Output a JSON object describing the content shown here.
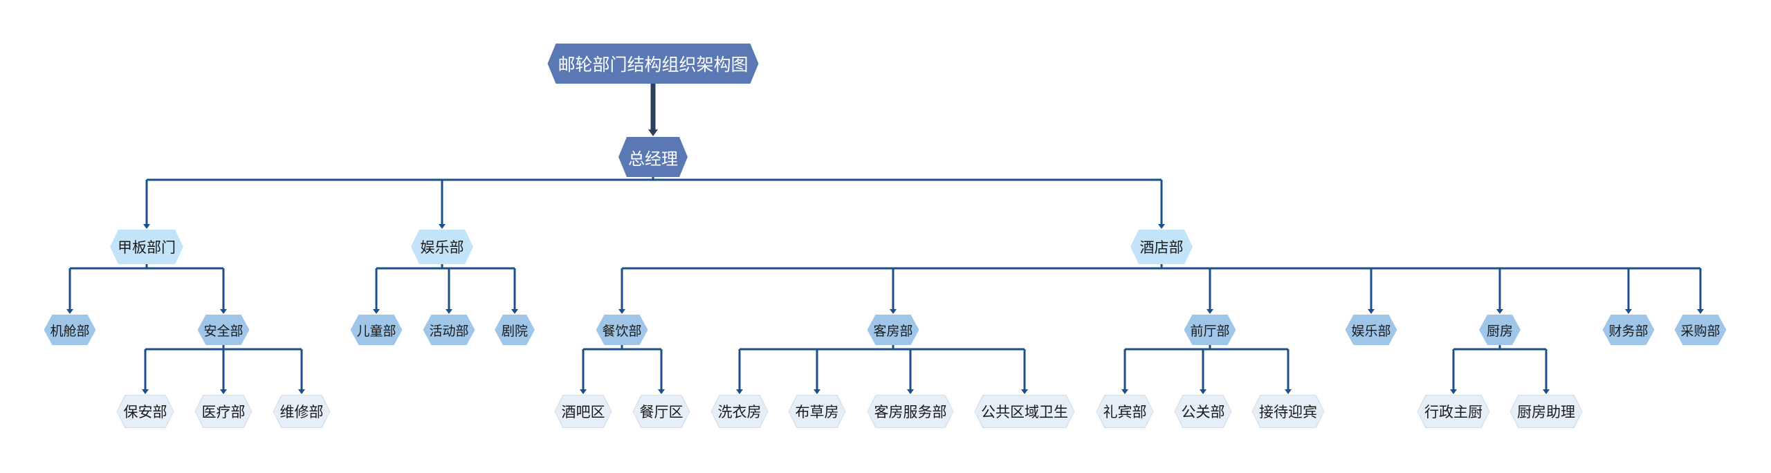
{
  "title": "邮轮部门结构组织架构图",
  "general_manager": "总经理",
  "colors": {
    "root": "#5a78b4",
    "level1": "#c3e3f9",
    "level2": "#9fc5e8",
    "level3": "#e6eef7",
    "line": "#1a4f8a"
  },
  "deck": {
    "label": "甲板部门",
    "engine": "机舱部",
    "security": {
      "label": "安全部",
      "children": [
        "保安部",
        "医疗部",
        "维修部"
      ]
    }
  },
  "entertainment": {
    "label": "娱乐部",
    "children": [
      "儿童部",
      "活动部",
      "剧院"
    ]
  },
  "hotel": {
    "label": "酒店部",
    "food_beverage": {
      "label": "餐饮部",
      "children": [
        "酒吧区",
        "餐厅区"
      ]
    },
    "housekeeping": {
      "label": "客房部",
      "children": [
        "洗衣房",
        "布草房",
        "客房服务部",
        "公共区域卫生"
      ]
    },
    "front_office": {
      "label": "前厅部",
      "children": [
        "礼宾部",
        "公关部",
        "接待迎宾"
      ]
    },
    "entertainment": "娱乐部",
    "kitchen": {
      "label": "厨房",
      "children": [
        "行政主厨",
        "厨房助理"
      ]
    },
    "finance": "财务部",
    "purchasing": "采购部"
  }
}
